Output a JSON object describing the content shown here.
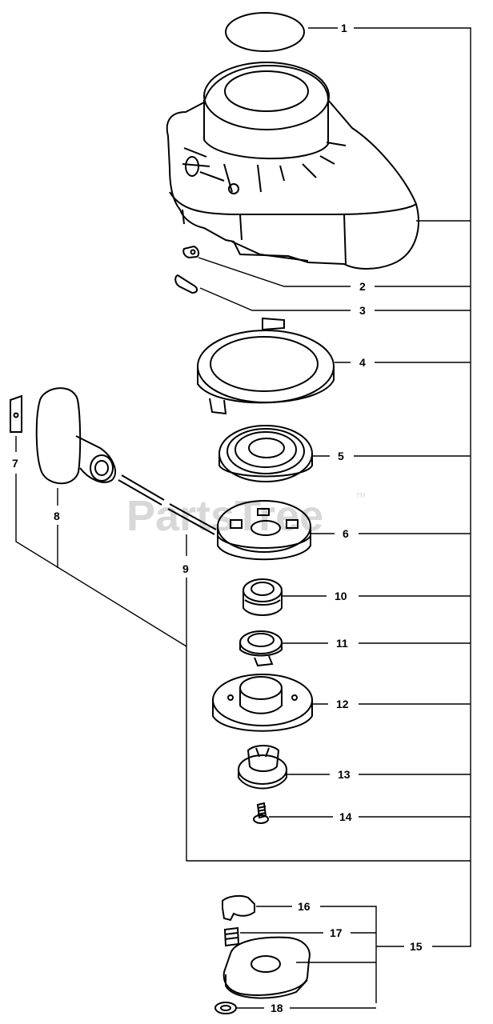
{
  "watermark": {
    "text": "PartsTree",
    "tm": "TM"
  },
  "callouts": [
    "1",
    "2",
    "3",
    "4",
    "5",
    "6",
    "7",
    "8",
    "9",
    "10",
    "11",
    "12",
    "13",
    "14",
    "15",
    "16",
    "17",
    "18"
  ]
}
